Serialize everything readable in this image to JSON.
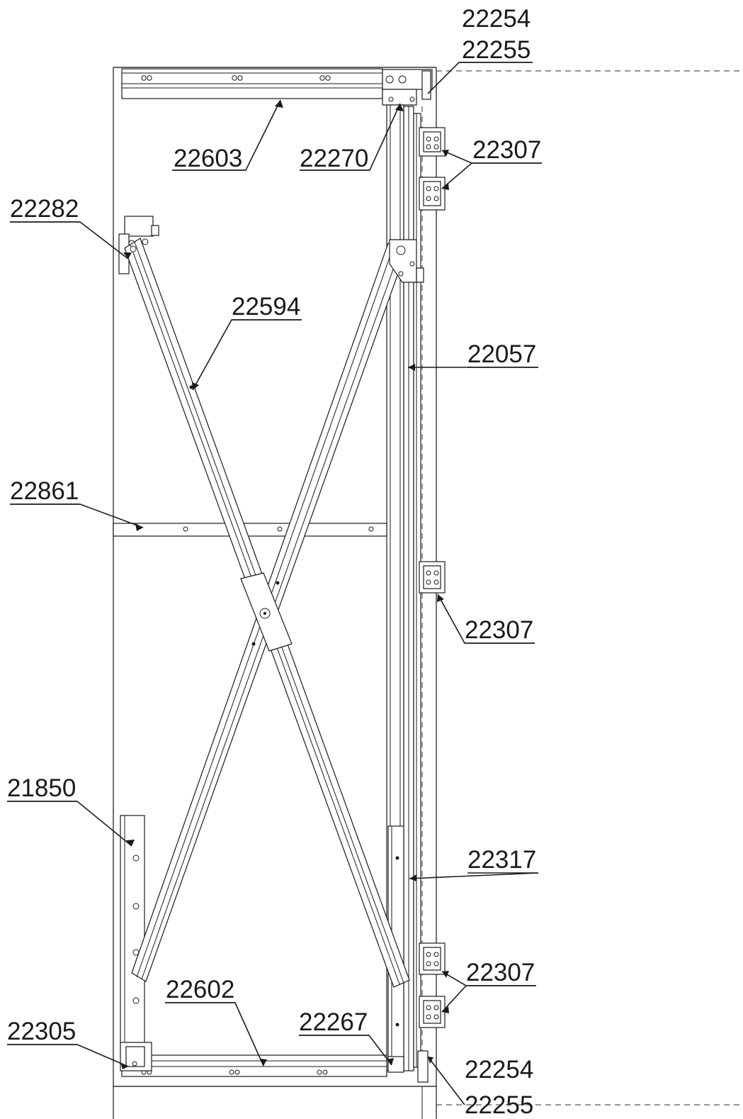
{
  "labels": {
    "l22254_top": "22254",
    "l22255_top": "22255",
    "l22603": "22603",
    "l22270": "22270",
    "l22307_a": "22307",
    "l22282": "22282",
    "l22594": "22594",
    "l22057": "22057",
    "l22861": "22861",
    "l22307_b": "22307",
    "l21850": "21850",
    "l22317": "22317",
    "l22307_c": "22307",
    "l22602": "22602",
    "l22267": "22267",
    "l22305": "22305",
    "l22254_bot": "22254",
    "l22255_bot": "22255"
  },
  "colors": {
    "line": "#1a1a1a",
    "background": "#ffffff"
  }
}
